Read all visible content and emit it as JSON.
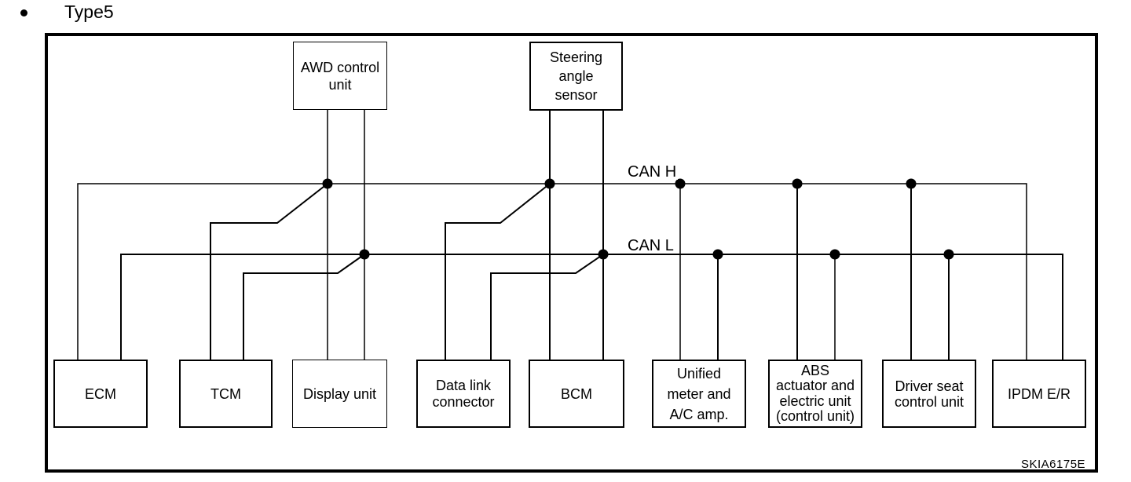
{
  "page": {
    "title": "Type5",
    "figure_code": "SKIA6175E",
    "colors": {
      "ink": "#000000",
      "background": "#ffffff"
    }
  },
  "bus": {
    "can_h": {
      "label": "CAN H"
    },
    "can_l": {
      "label": "CAN L"
    }
  },
  "nodes": {
    "awd": {
      "label": "AWD control\nunit"
    },
    "steering": {
      "label": "Steering\nangle\nsensor"
    },
    "ecm": {
      "label": "ECM"
    },
    "tcm": {
      "label": "TCM"
    },
    "display": {
      "label": "Display unit"
    },
    "dlc": {
      "label": "Data link\nconnector"
    },
    "bcm": {
      "label": "BCM"
    },
    "unified": {
      "label": "Unified\nmeter and\nA/C amp."
    },
    "abs": {
      "label": "ABS\nactuator and\nelectric unit\n(control unit)"
    },
    "driver_seat": {
      "label": "Driver seat\ncontrol unit"
    },
    "ipdm": {
      "label": "IPDM E/R"
    }
  },
  "edges": [
    {
      "node": "AWD control unit",
      "connects": [
        "CAN H",
        "CAN L"
      ]
    },
    {
      "node": "Steering angle sensor",
      "connects": [
        "CAN H",
        "CAN L"
      ]
    },
    {
      "node": "ECM",
      "connects": [
        "CAN H",
        "CAN L"
      ]
    },
    {
      "node": "TCM",
      "connects": [
        "CAN H",
        "CAN L"
      ]
    },
    {
      "node": "Display unit",
      "connects": [
        "CAN H",
        "CAN L"
      ]
    },
    {
      "node": "Data link connector",
      "connects": [
        "CAN H",
        "CAN L"
      ]
    },
    {
      "node": "BCM",
      "connects": [
        "CAN H",
        "CAN L"
      ]
    },
    {
      "node": "Unified meter and A/C amp.",
      "connects": [
        "CAN H",
        "CAN L"
      ]
    },
    {
      "node": "ABS actuator and electric unit (control unit)",
      "connects": [
        "CAN H",
        "CAN L"
      ]
    },
    {
      "node": "Driver seat control unit",
      "connects": [
        "CAN H",
        "CAN L"
      ]
    },
    {
      "node": "IPDM E/R",
      "connects": [
        "CAN H",
        "CAN L"
      ]
    }
  ]
}
